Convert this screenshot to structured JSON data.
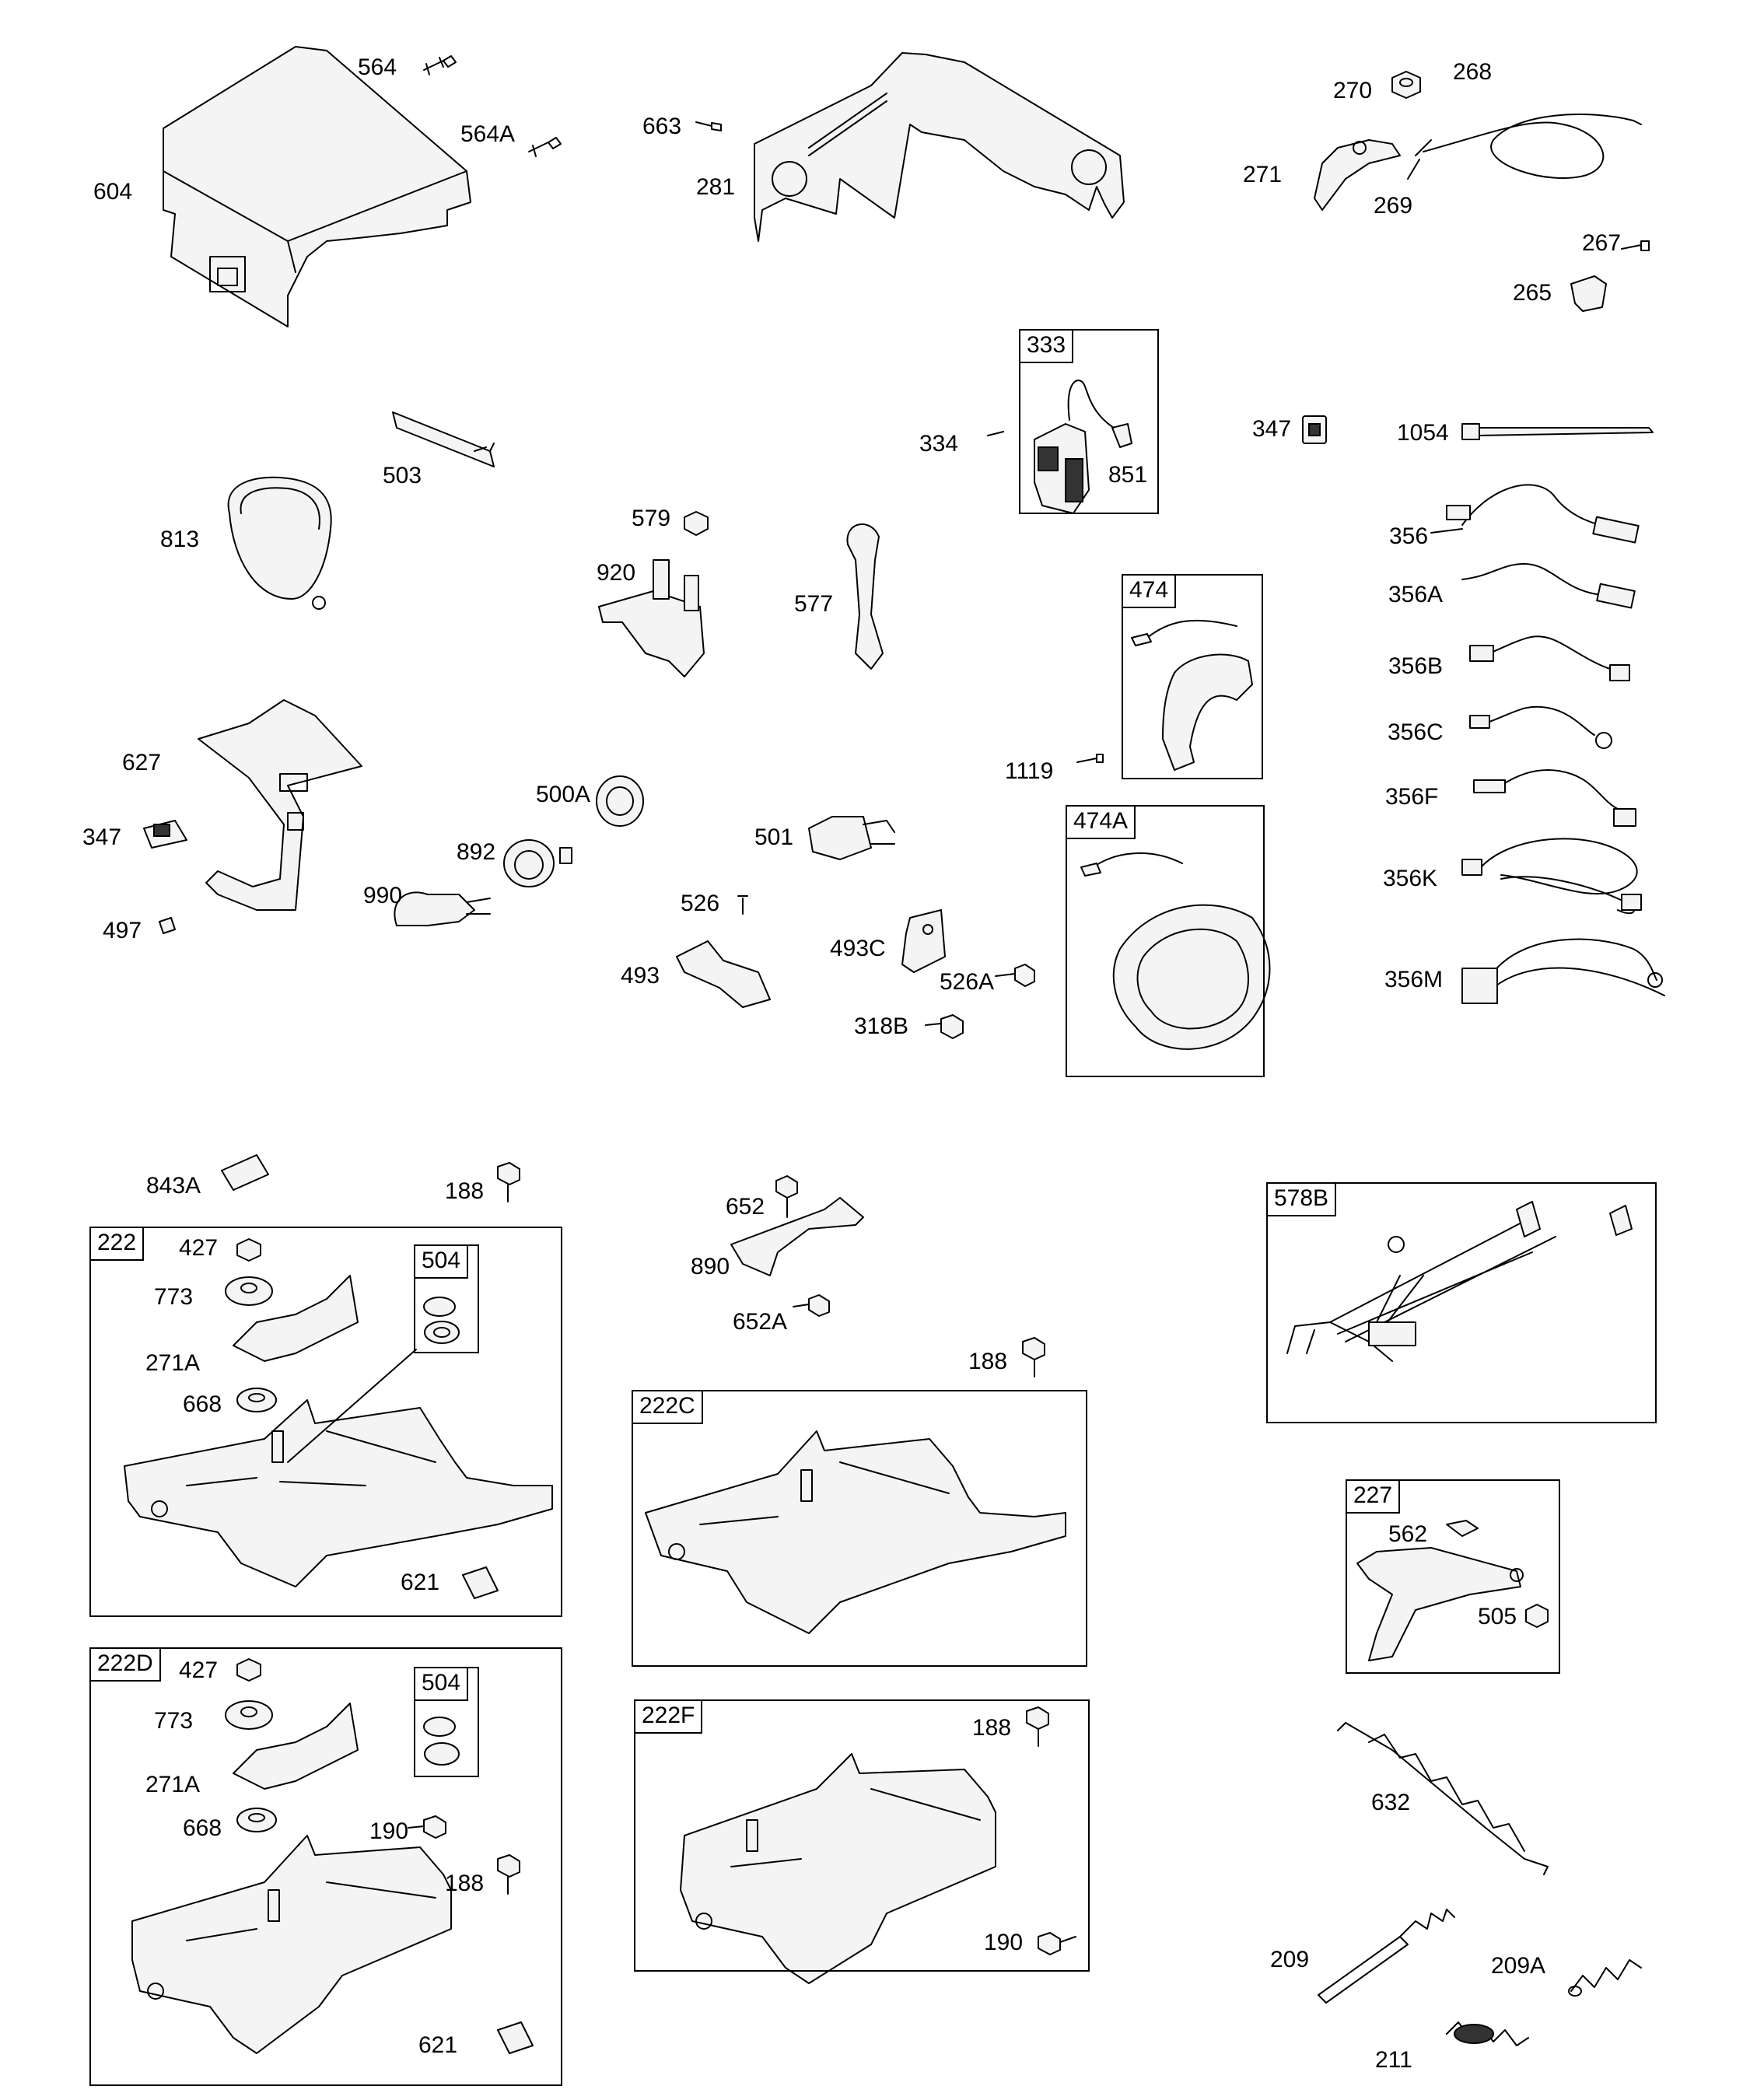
{
  "callouts": {
    "c564": "564",
    "c564A": "564A",
    "c604": "604",
    "c663": "663",
    "c281": "281",
    "c270": "270",
    "c268": "268",
    "c271": "271",
    "c269": "269",
    "c267": "267",
    "c265": "265",
    "c333": "333",
    "c334": "334",
    "c851": "851",
    "c347a": "347",
    "c1054": "1054",
    "c503": "503",
    "c813": "813",
    "c579": "579",
    "c920": "920",
    "c577": "577",
    "c474": "474",
    "c356": "356",
    "c356A": "356A",
    "c356B": "356B",
    "c356C": "356C",
    "c356F": "356F",
    "c356K": "356K",
    "c356M": "356M",
    "c1119": "1119",
    "c474A": "474A",
    "c627": "627",
    "c347b": "347",
    "c497": "497",
    "c990": "990",
    "c892": "892",
    "c500A": "500A",
    "c501": "501",
    "c526": "526",
    "c493": "493",
    "c493C": "493C",
    "c526A": "526A",
    "c318B": "318B",
    "c843A": "843A",
    "c188a": "188",
    "c222": "222",
    "c427a": "427",
    "c504a": "504",
    "c773a": "773",
    "c271Aa": "271A",
    "c668a": "668",
    "c621a": "621",
    "c652": "652",
    "c890": "890",
    "c652A": "652A",
    "c188b": "188",
    "c222C": "222C",
    "c578B": "578B",
    "c227": "227",
    "c562": "562",
    "c505": "505",
    "c222D": "222D",
    "c427b": "427",
    "c504b": "504",
    "c773b": "773",
    "c271Ab": "271A",
    "c668b": "668",
    "c190a": "190",
    "c188c": "188",
    "c621b": "621",
    "c222F": "222F",
    "c188d": "188",
    "c190b": "190",
    "c632": "632",
    "c209": "209",
    "c209A": "209A",
    "c211": "211"
  }
}
